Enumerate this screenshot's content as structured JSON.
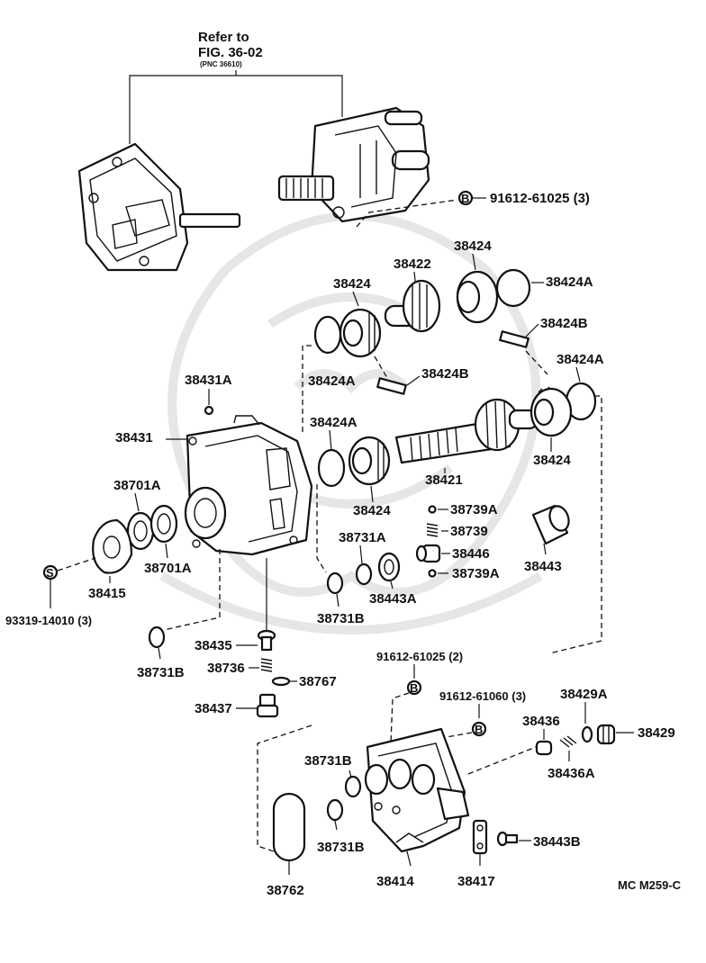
{
  "refer": {
    "line1": "Refer to",
    "line2": "FIG. 36-02",
    "line3": "(PNC 36610)"
  },
  "labels": {
    "l_91612_61025_3": "91612-61025 (3)",
    "l_38424_top": "38424",
    "l_38422": "38422",
    "l_38424_left": "38424",
    "l_38424A_right": "38424A",
    "l_38424B_right": "38424B",
    "l_38424A_left": "38424A",
    "l_38424B_mid": "38424B",
    "l_38424A_far": "38424A",
    "l_38431A": "38431A",
    "l_38431": "38431",
    "l_38424A_low": "38424A",
    "l_38421": "38421",
    "l_38424_right": "38424",
    "l_38424_low": "38424",
    "l_38701A_top": "38701A",
    "l_38739A_top": "38739A",
    "l_38739": "38739",
    "l_38731A": "38731A",
    "l_38446": "38446",
    "l_38443": "38443",
    "l_38739A_bot": "38739A",
    "l_38701A_bot": "38701A",
    "l_38443A": "38443A",
    "l_38415": "38415",
    "l_38731B_mid": "38731B",
    "l_93319_14010_3": "93319-14010 (3)",
    "l_38435": "38435",
    "l_38731B_left": "38731B",
    "l_38736": "38736",
    "l_38767": "38767",
    "l_91612_61025_2": "91612-61025 (2)",
    "l_38437": "38437",
    "l_91612_61060_3": "91612-61060 (3)",
    "l_38429A": "38429A",
    "l_38436": "38436",
    "l_38429": "38429",
    "l_38731B_up": "38731B",
    "l_38436A": "38436A",
    "l_38731B_down": "38731B",
    "l_38443B": "38443B",
    "l_38762": "38762",
    "l_38414": "38414",
    "l_38417": "38417",
    "code": "MC M259-C"
  },
  "symbols": {
    "bolt_b": "B",
    "bolt_s": "S"
  }
}
